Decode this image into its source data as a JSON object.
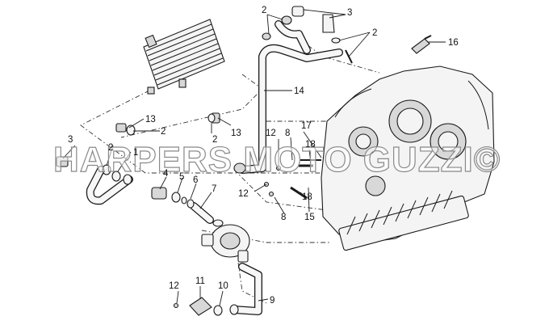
{
  "diagram": {
    "watermark": "HARPERS MOTO GUZZI©",
    "callouts": {
      "c_2_top": "2",
      "c_3_top": "3",
      "c_2_right": "2",
      "c_16": "16",
      "c_14": "14",
      "c_13_left": "13",
      "c_13_mid": "13",
      "c_2_mid_a": "2",
      "c_2_mid_b": "2",
      "c_3_left": "3",
      "c_2_left": "2",
      "c_1": "1",
      "c_12_mid": "12",
      "c_8_mid": "8",
      "c_17": "17",
      "c_18_top": "18",
      "c_4": "4",
      "c_5": "5",
      "c_6": "6",
      "c_7": "7",
      "c_12_lower": "12",
      "c_8_lower": "8",
      "c_18_lower": "18",
      "c_15": "15",
      "c_12_bottom": "12",
      "c_11": "11",
      "c_10": "10",
      "c_9": "9"
    },
    "icons": [
      "oil-cooler-icon",
      "engine-crankcase-icon",
      "oil-pump-icon",
      "sensor-icon",
      "hose-icon",
      "clamp-icon"
    ]
  }
}
